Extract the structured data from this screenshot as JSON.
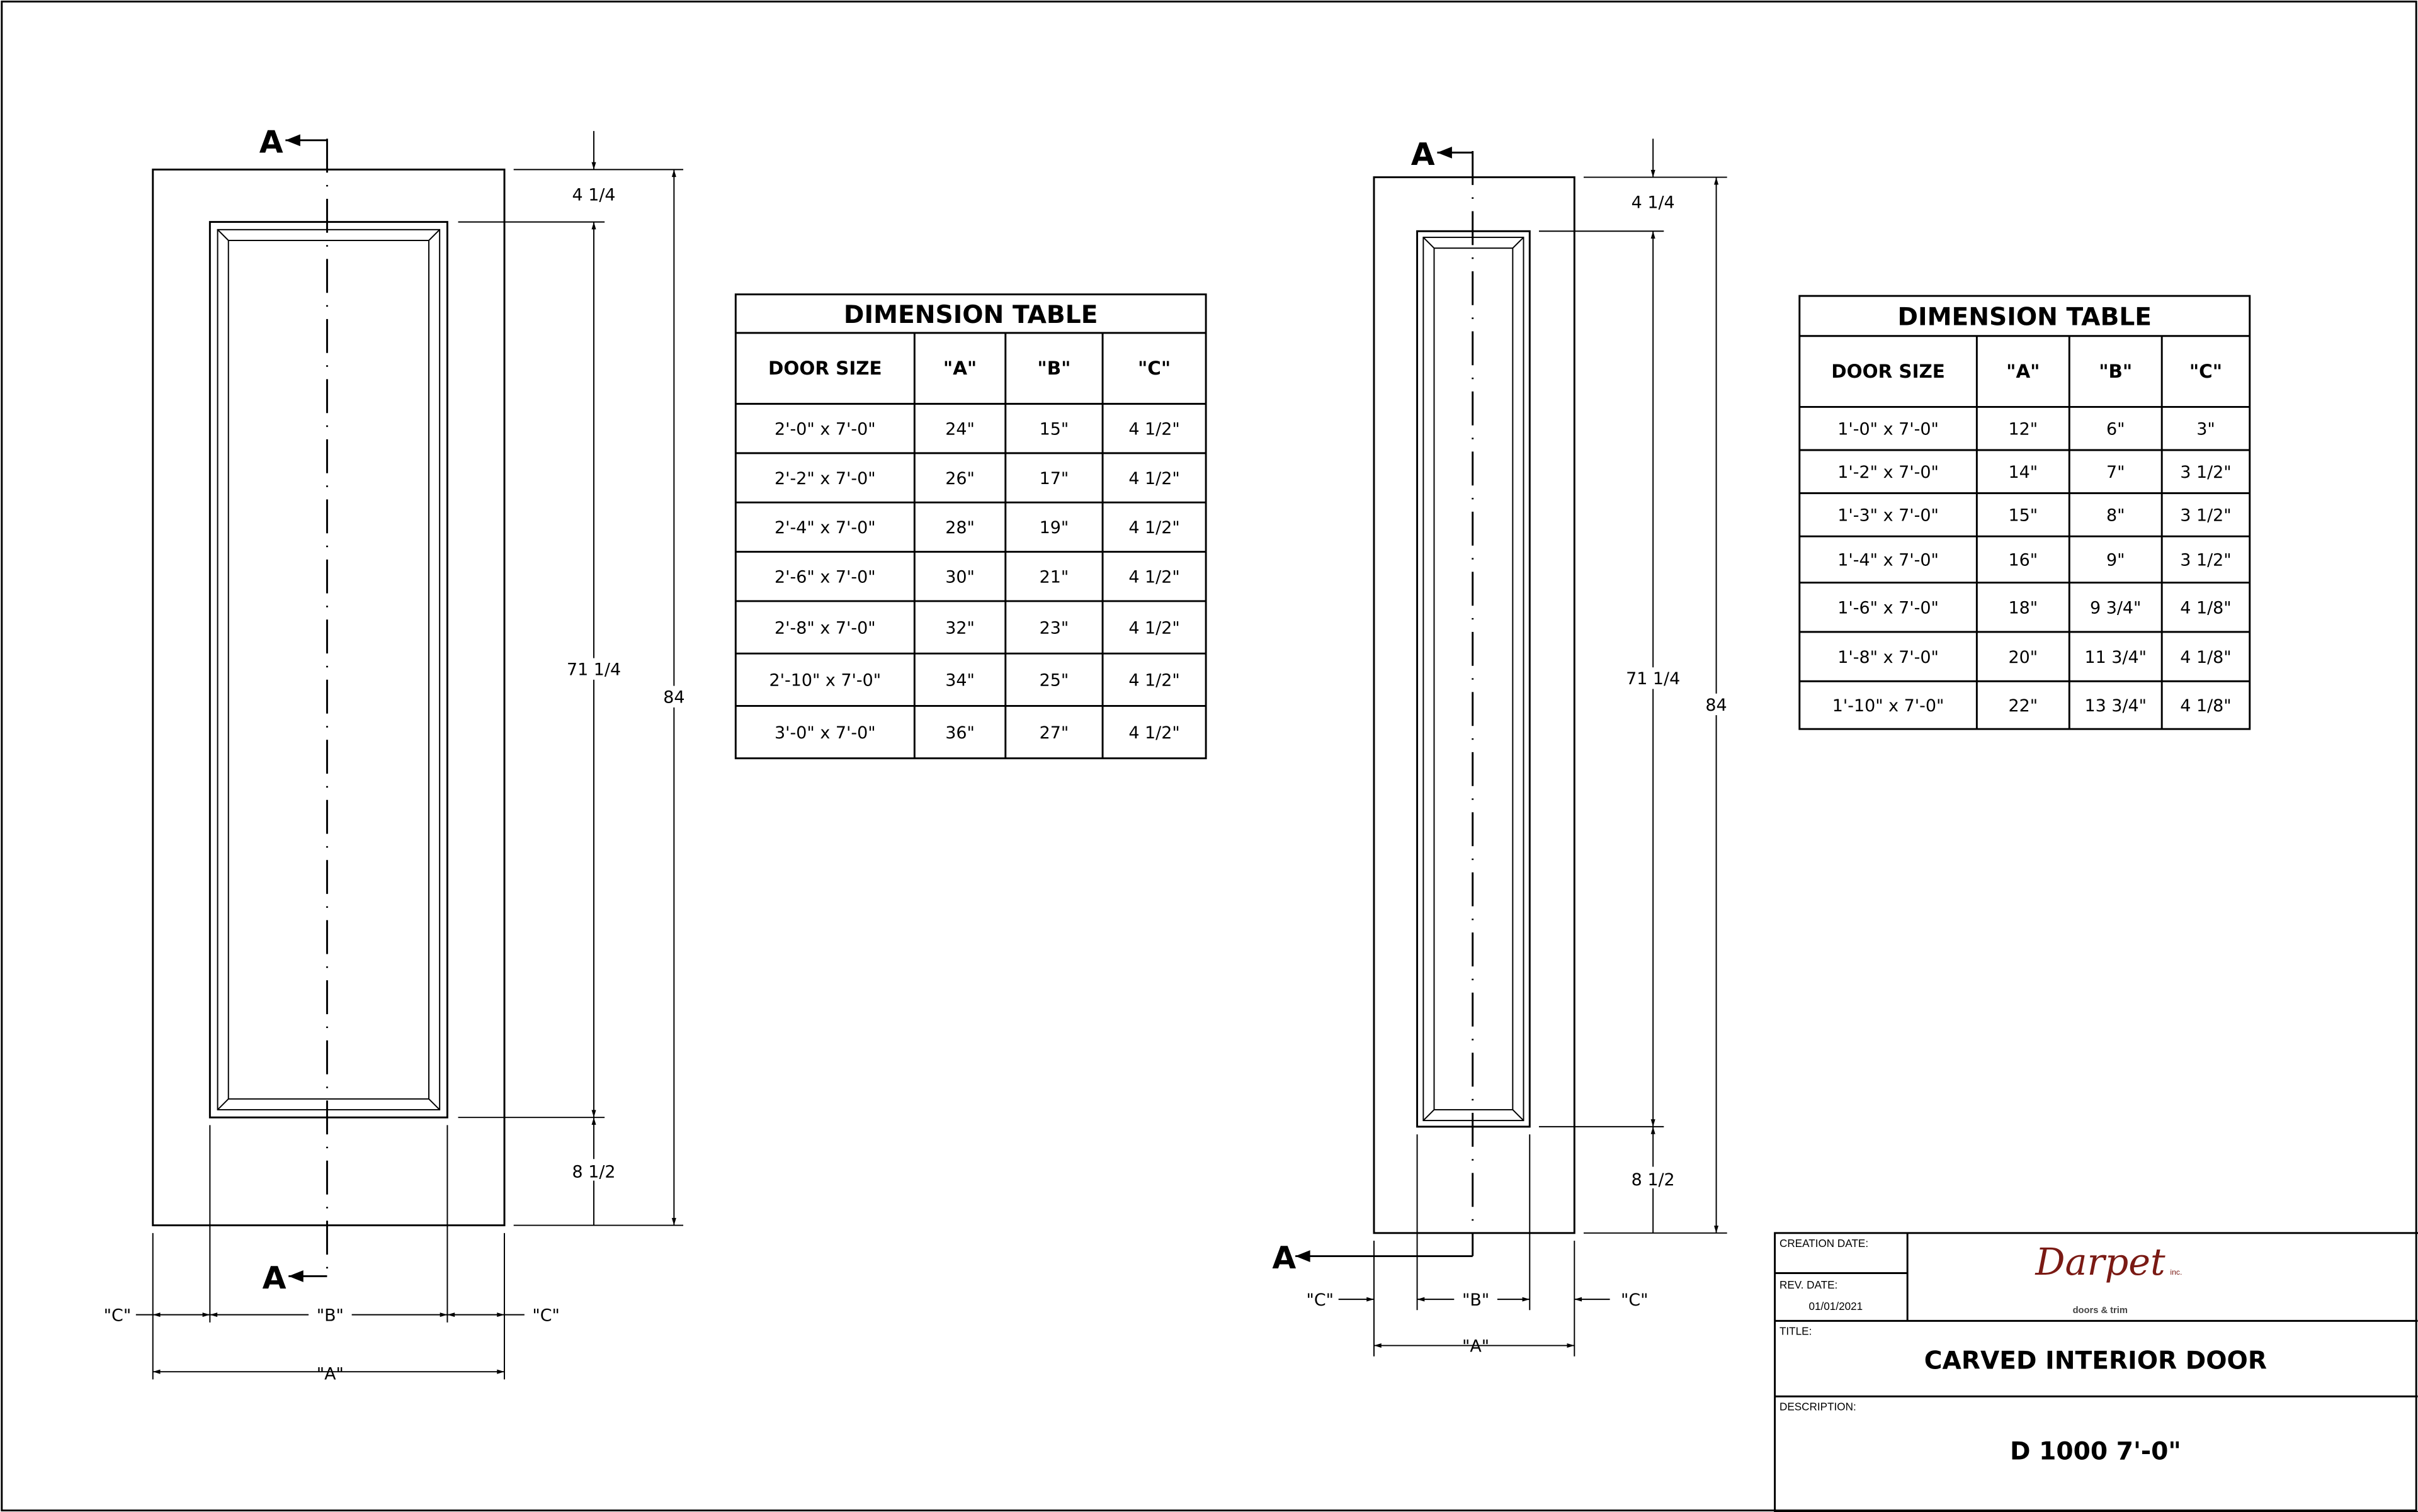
{
  "section_marker": "A",
  "left_door": {
    "dims": {
      "top": "4 1/4",
      "panel": "71 1/4",
      "bottom": "8 1/2",
      "overall": "84",
      "a": "\"A\"",
      "b": "\"B\"",
      "c": "\"C\""
    }
  },
  "right_door": {
    "dims": {
      "top": "4 1/4",
      "panel": "71 1/4",
      "bottom": "8 1/2",
      "overall": "84",
      "a": "\"A\"",
      "b": "\"B\"",
      "c": "\"C\""
    }
  },
  "tables": [
    {
      "title": "DIMENSION TABLE",
      "headers": [
        "DOOR SIZE",
        "\"A\"",
        "\"B\"",
        "\"C\""
      ],
      "rows": [
        [
          "2'-0\" x 7'-0\"",
          "24\"",
          "15\"",
          "4 1/2\""
        ],
        [
          "2'-2\" x 7'-0\"",
          "26\"",
          "17\"",
          "4 1/2\""
        ],
        [
          "2'-4\" x 7'-0\"",
          "28\"",
          "19\"",
          "4 1/2\""
        ],
        [
          "2'-6\" x 7'-0\"",
          "30\"",
          "21\"",
          "4 1/2\""
        ],
        [
          "2'-8\" x 7'-0\"",
          "32\"",
          "23\"",
          "4 1/2\""
        ],
        [
          "2'-10\" x 7'-0\"",
          "34\"",
          "25\"",
          "4 1/2\""
        ],
        [
          "3'-0\" x 7'-0\"",
          "36\"",
          "27\"",
          "4 1/2\""
        ]
      ]
    },
    {
      "title": "DIMENSION TABLE",
      "headers": [
        "DOOR SIZE",
        "\"A\"",
        "\"B\"",
        "\"C\""
      ],
      "rows": [
        [
          "1'-0\" x 7'-0\"",
          "12\"",
          "6\"",
          "3\""
        ],
        [
          "1'-2\" x 7'-0\"",
          "14\"",
          "7\"",
          "3 1/2\""
        ],
        [
          "1'-3\" x 7'-0\"",
          "15\"",
          "8\"",
          "3 1/2\""
        ],
        [
          "1'-4\" x 7'-0\"",
          "16\"",
          "9\"",
          "3 1/2\""
        ],
        [
          "1'-6\" x 7'-0\"",
          "18\"",
          "9 3/4\"",
          "4 1/8\""
        ],
        [
          "1'-8\" x 7'-0\"",
          "20\"",
          "11 3/4\"",
          "4 1/8\""
        ],
        [
          "1'-10\" x 7'-0\"",
          "22\"",
          "13 3/4\"",
          "4 1/8\""
        ]
      ]
    }
  ],
  "title_block": {
    "creation_date_label": "CREATION DATE:",
    "rev_date_label": "REV. DATE:",
    "rev_date": "01/01/2021",
    "logo_name": "Darpet",
    "logo_suffix": "inc.",
    "logo_tagline": "doors & trim",
    "title_label": "TITLE:",
    "title": "CARVED INTERIOR DOOR",
    "description_label": "DESCRIPTION:",
    "description": "D 1000 7'-0\""
  },
  "colors": {
    "logo": "#7a1a14",
    "line": "#000000"
  }
}
